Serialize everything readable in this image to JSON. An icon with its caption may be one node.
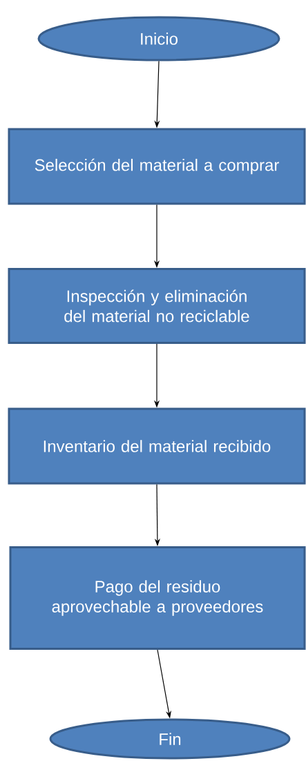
{
  "diagram": {
    "nodes": [
      {
        "text": [
          "Inicio"
        ]
      },
      {
        "text": [
          "Selección del material a comprar"
        ]
      },
      {
        "text": [
          "Inspección y eliminación del material no reciclable"
        ]
      },
      {
        "text": [
          "Inventario del material recibido"
        ]
      },
      {
        "text": [
          "Pago del residuo aprovechable a proveedores"
        ]
      },
      {
        "text": [
          "Fin"
        ]
      }
    ],
    "edges": [
      {
        "from": 0,
        "to": 1,
        "arrow": "to"
      },
      {
        "from": 1,
        "to": 2,
        "arrow": "to"
      },
      {
        "from": 2,
        "to": 3,
        "arrow": "to"
      },
      {
        "from": 3,
        "to": 4,
        "arrow": "to"
      },
      {
        "from": 4,
        "to": 5,
        "arrow": "to"
      }
    ]
  }
}
